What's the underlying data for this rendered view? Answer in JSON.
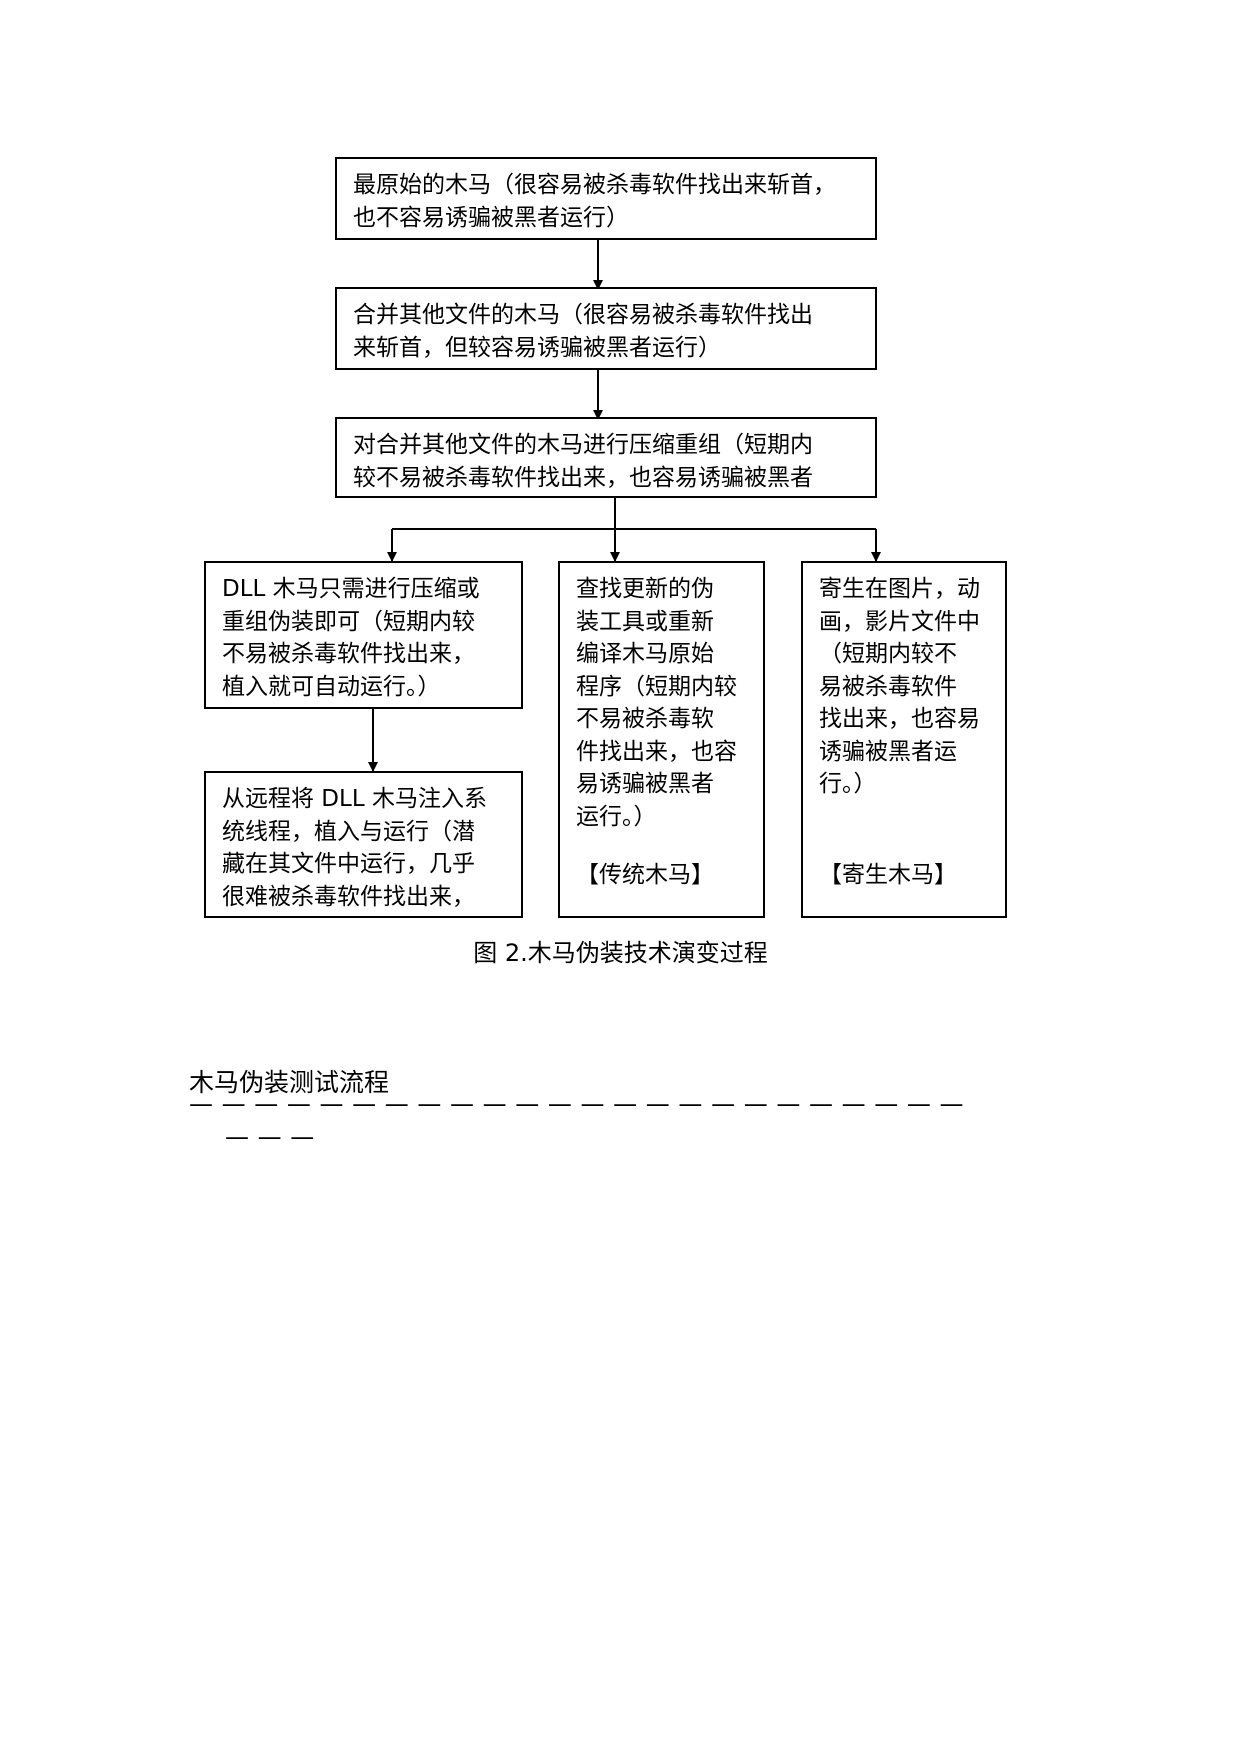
{
  "flowchart": {
    "box1": {
      "lines": [
        "最原始的木马（很容易被杀毒软件找出来斩首，",
        "也不容易诱骗被黑者运行）"
      ]
    },
    "box2": {
      "lines": [
        "合并其他文件的木马（很容易被杀毒软件找出",
        "来斩首，但较容易诱骗被黑者运行）"
      ]
    },
    "box3": {
      "lines": [
        "对合并其他文件的木马进行压缩重组（短期内",
        "较不易被杀毒软件找出来，也容易诱骗被黑者"
      ]
    },
    "box4": {
      "lines": [
        "DLL 木马只需进行压缩或",
        "重组伪装即可（短期内较",
        "不易被杀毒软件找出来，",
        "植入就可自动运行。）"
      ]
    },
    "box5": {
      "lines": [
        "查找更新的伪",
        "装工具或重新",
        "编译木马原始",
        "程序（短期内较",
        "不易被杀毒软",
        "件找出来，也容",
        "易诱骗被黑者",
        "运行。）"
      ],
      "tag": "【传统木马】"
    },
    "box6": {
      "lines": [
        "寄生在图片，动",
        "画，影片文件中",
        "（短期内较不",
        "易被杀毒软件",
        "找出来，也容易",
        "诱骗被黑者运",
        "行。）"
      ],
      "tag": "【寄生木马】"
    },
    "box7": {
      "lines": [
        "从远程将 DLL 木马注入系",
        "统线程，植入与运行（潜",
        "藏在其文件中运行，几乎",
        "很难被杀毒软件找出来，"
      ]
    }
  },
  "caption": "图 2.木马伪装技术演变过程",
  "section_heading": "木马伪装测试流程",
  "dash_line_1": "— — — — — — — — — — — — — — — — — — — — — — — —",
  "dash_line_2": "— — —"
}
